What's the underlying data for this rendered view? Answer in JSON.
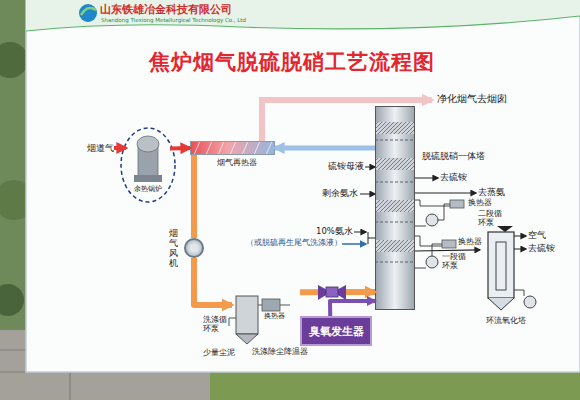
{
  "diagram": {
    "title": "焦炉烟气脱硫脱硝工艺流程图",
    "nodes": [
      {
        "text": [
          "余热锅炉"
        ]
      },
      {
        "text": [
          "烟气再热器"
        ]
      },
      {
        "text": [
          "烟气风机"
        ]
      },
      {
        "text": [
          "洗涤除尘降温器"
        ]
      },
      {
        "text": [
          "臭氧发生器"
        ]
      },
      {
        "text": [
          "脱硫脱硝一体塔"
        ]
      },
      {
        "text": [
          "环流氧化塔"
        ]
      }
    ],
    "edges": [
      {
        "from": 0,
        "to": 1,
        "arrow": "to"
      },
      {
        "from": 1,
        "to": 2,
        "arrow": "none"
      },
      {
        "from": 2,
        "to": 3,
        "arrow": "to"
      },
      {
        "from": 3,
        "to": 5,
        "arrow": "to"
      },
      {
        "from": 4,
        "to": 5,
        "arrow": "to"
      },
      {
        "from": 5,
        "to": 1,
        "arrow": "to"
      },
      {
        "from": 5,
        "to": 6,
        "arrow": "to"
      }
    ],
    "labels": [
      "山东铁雄冶金科技有限公司",
      "Shandong Tiexiong Metallurgical Technology Co., Ltd",
      "烟道气",
      "净化烟气去烟囱",
      "硫铵母液",
      "去硫铵",
      "剩余氨水",
      "去蒸氨",
      "换热器",
      "二段循环泵",
      "换热器",
      "一段循环泵",
      "10%氨水",
      "（或脱硫再生尾气洗涤液）",
      "空气",
      "去硫铵",
      "洗涤循环泵",
      "换热器",
      "少量尘泥"
    ]
  }
}
